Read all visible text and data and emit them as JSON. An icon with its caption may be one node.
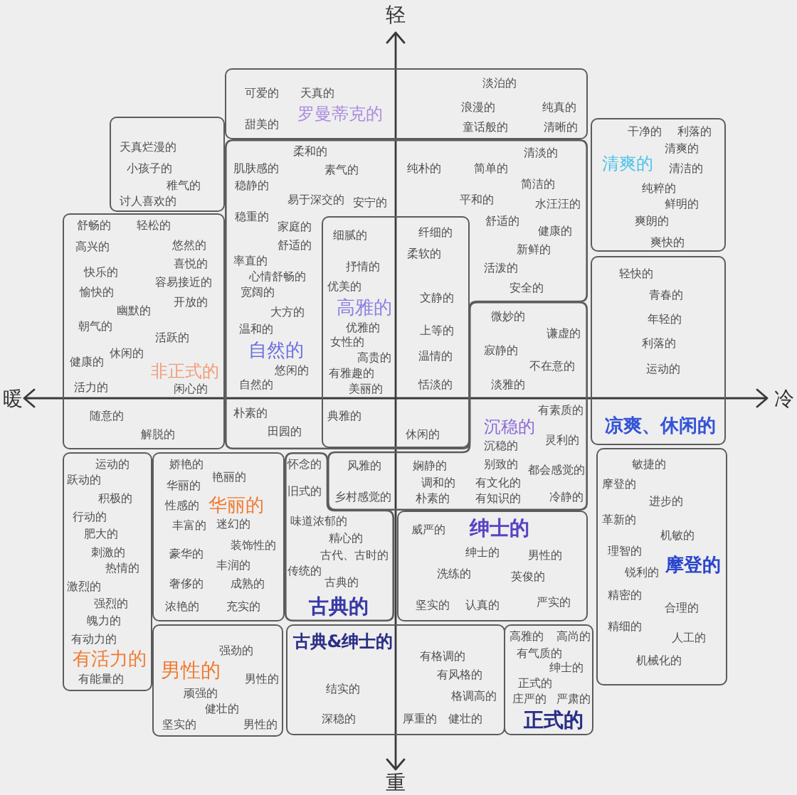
{
  "diagram": {
    "nodes": [
      {
        "text": [
          "可爱的",
          "天真的",
          "淡泊的",
          "罗曼蒂克的",
          "浪漫的",
          "纯真的",
          "甜美的",
          "童话般的",
          "清晰的"
        ]
      },
      {
        "text": [
          "天真烂漫的",
          "小孩子的",
          "稚气的",
          "讨人喜欢的"
        ]
      },
      {
        "text": [
          "干净的",
          "利落的",
          "清爽的",
          "清爽的",
          "清洁的",
          "纯粹的",
          "鲜明的",
          "爽朗的",
          "爽快的"
        ]
      },
      {
        "text": [
          "柔和的",
          "清淡的",
          "肌肤感的",
          "素气的",
          "纯朴的",
          "简单的",
          "稳静的",
          "简洁的",
          "易于深交的",
          "安宁的",
          "平和的",
          "水汪汪的",
          "稳重的",
          "舒适的",
          "家庭的",
          "健康的",
          "舒适的",
          "新鲜的",
          "率直的",
          "活泼的",
          "心情舒畅的",
          "宽阔的",
          "安全的",
          "大方的",
          "温和的",
          "自然的",
          "悠闲的",
          "自然的",
          "朴素的",
          "田园的"
        ]
      },
      {
        "text": [
          "舒畅的",
          "轻松的",
          "高兴的",
          "悠然的",
          "喜悦的",
          "快乐的",
          "容易接近的",
          "愉快的",
          "开放的",
          "幽默的",
          "朝气的",
          "活跃的",
          "健康的",
          "休闲的",
          "非正式的",
          "活力的",
          "闲心的",
          "随意的",
          "解脱的"
        ]
      },
      {
        "text": [
          "细腻的",
          "纤细的",
          "柔软的",
          "抒情的",
          "优美的",
          "文静的",
          "高雅的",
          "优雅的",
          "上等的",
          "女性的",
          "高贵的",
          "温情的",
          "有雅趣的",
          "美丽的",
          "恬淡的",
          "典雅的",
          "休闲的"
        ],
        "in": 3
      },
      {
        "text": [
          "轻快的",
          "青春的",
          "年轻的",
          "利落的",
          "运动的",
          "凉爽、休闲的"
        ]
      },
      {
        "text": [
          "微妙的",
          "谦虚的",
          "寂静的",
          "不在意的",
          "淡雅的",
          "有素质的",
          "沉稳的",
          "沉稳的",
          "灵利的",
          "风雅的",
          "娴静的",
          "别致的",
          "都会感觉的",
          "调和的",
          "有文化的",
          "乡村感觉的",
          "朴素的",
          "有知识的",
          "冷静的"
        ]
      },
      {
        "text": [
          "敏捷的",
          "摩登的",
          "进步的",
          "革新的",
          "机敏的",
          "理智的",
          "锐利的",
          "摩登的",
          "精密的",
          "合理的",
          "精细的",
          "人工的",
          "机械化的"
        ]
      },
      {
        "text": [
          "运动的",
          "跃动的",
          "积极的",
          "行动的",
          "肥大的",
          "刺激的",
          "热情的",
          "激烈的",
          "强烈的",
          "魄力的",
          "有动力的",
          "有活力的",
          "有能量的"
        ]
      },
      {
        "text": [
          "娇艳的",
          "艳丽的",
          "华丽的",
          "性感的",
          "华丽的",
          "丰富的",
          "迷幻的",
          "装饰性的",
          "豪华的",
          "丰润的",
          "奢侈的",
          "成熟的",
          "浓艳的",
          "充实的"
        ]
      },
      {
        "text": [
          "怀念的",
          "旧式的",
          "味道浓郁的",
          "精心的",
          "古代、古时的",
          "传统的",
          "古典的",
          "古典的"
        ]
      },
      {
        "text": [
          "威严的",
          "绅士的",
          "绅士的",
          "男性的",
          "洗练的",
          "英俊的",
          "坚实的",
          "认真的",
          "严实的"
        ]
      },
      {
        "text": [
          "古典&绅士的",
          "有格调的",
          "有风格的",
          "结实的",
          "格调高的",
          "深稳的",
          "厚重的",
          "健壮的"
        ]
      },
      {
        "text": [
          "强劲的",
          "男性的",
          "男性的",
          "顽强的",
          "健壮的",
          "坚实的",
          "男性的"
        ]
      },
      {
        "text": [
          "高雅的",
          "高尚的",
          "有气质的",
          "绅士的",
          "正式的",
          "庄严的",
          "严肃的",
          "正式的"
        ]
      }
    ],
    "labels": [
      "轻",
      "暖",
      "冷",
      "重"
    ]
  }
}
